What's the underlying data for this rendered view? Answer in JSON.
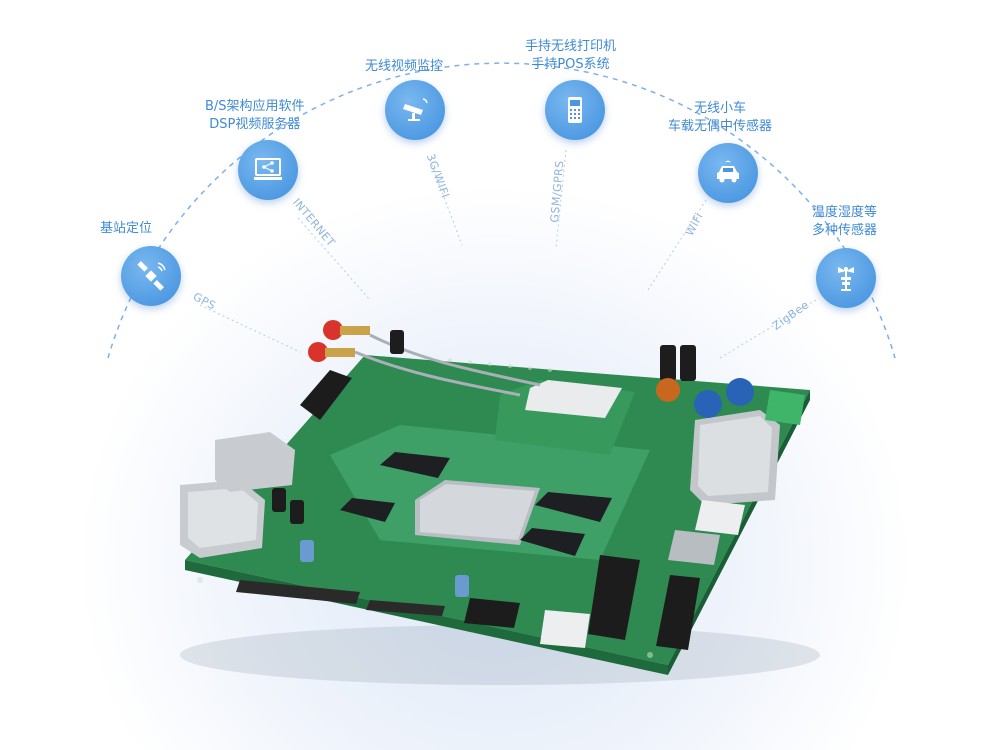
{
  "nodes": [
    {
      "id": "gps",
      "icon": "satellite-icon",
      "lines": [
        "基站定位"
      ]
    },
    {
      "id": "bs",
      "icon": "monitor-network-icon",
      "lines": [
        "B/S架构应用软件",
        "DSP视频服务器"
      ]
    },
    {
      "id": "video",
      "icon": "cctv-camera-icon",
      "lines": [
        "无线视频监控"
      ]
    },
    {
      "id": "pos",
      "icon": "pos-terminal-icon",
      "lines": [
        "手持无线打印机",
        "手持POS系统"
      ]
    },
    {
      "id": "car",
      "icon": "car-icon",
      "lines": [
        "无线小车",
        "车载无偶中传感器"
      ]
    },
    {
      "id": "sensor",
      "icon": "weather-sensor-icon",
      "lines": [
        "温度湿度等",
        "多种传感器"
      ]
    }
  ],
  "connections": [
    "GPS",
    "INTERNET",
    "3G/WIFI",
    "GSM/GPRS",
    "WiFi",
    "ZigBee"
  ],
  "colors": {
    "accent": "#3f8ad6",
    "node": "#4a96e0",
    "line": "#7fb0e6",
    "pcb": "#2f8a52"
  }
}
